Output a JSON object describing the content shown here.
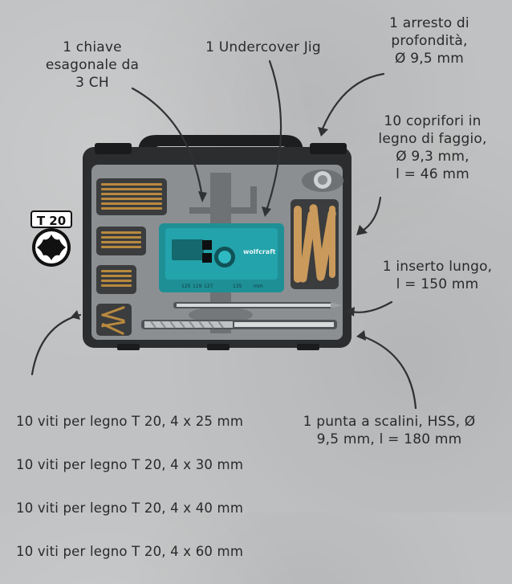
{
  "labels": {
    "hex_key": "1 chiave\nesagonale da\n3 CH",
    "jig": "1 Undercover Jig",
    "depth_stop": "1 arresto di\nprofondità,\nØ 9,5 mm",
    "plugs": "10 coprifori in\nlegno di faggio,\nØ 9,3 mm,\nl = 46 mm",
    "bit": "1 inserto lungo,\nl = 150 mm",
    "drill": "1 punta a scalini, HSS, Ø\n9,5 mm, l = 180 mm",
    "screws": [
      "10 viti per legno T 20, 4 x 25 mm",
      "10 viti per legno T 20, 4 x 30 mm",
      "10 viti per legno T 20, 4 x 40 mm",
      "10 viti per legno T 20, 4 x 60 mm"
    ]
  },
  "torx_badge": "T 20",
  "jig_brand": "wolfcraft",
  "jig_scale": [
    "125",
    "119",
    "127",
    "135",
    "mm"
  ],
  "colors": {
    "case": "#2b2d2f",
    "case_inner": "#8c8f92",
    "jig": "#1f8f96",
    "wood": "#c99a5b",
    "text": "#2a2a2a"
  }
}
